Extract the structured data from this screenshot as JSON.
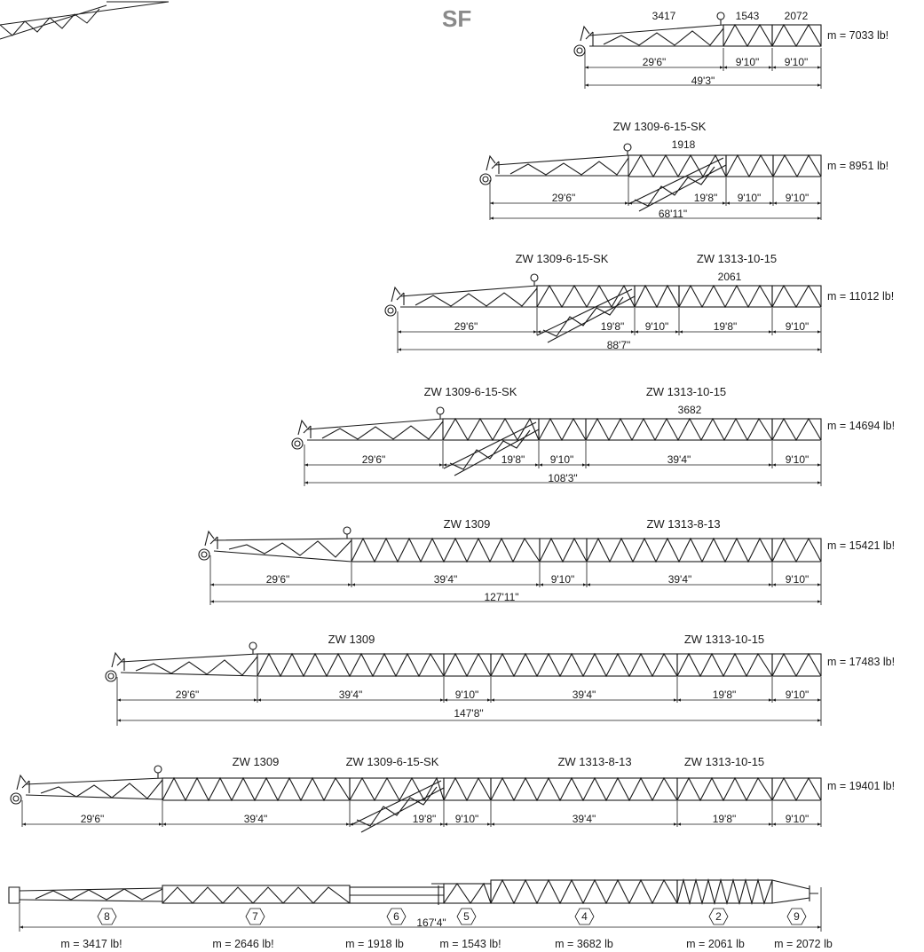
{
  "title": "SF",
  "colors": {
    "ink": "#1a1a1a",
    "title": "#8a8a8a",
    "background": "#ffffff"
  },
  "configs": [
    {
      "length": "49'3\"",
      "mass": "m = 7033 lb!",
      "codes": [
        "3417",
        "1543",
        "2072"
      ],
      "labels": [],
      "dims": [
        "29'6\"",
        "9'10\"",
        "9'10\""
      ]
    },
    {
      "length": "68'11\"",
      "mass": "m = 8951 lb!",
      "codes": [
        "1918"
      ],
      "labels": [
        "ZW 1309-6-15-SK"
      ],
      "dims": [
        "29'6\"",
        "19'8\"",
        "9'10\"",
        "9'10\""
      ]
    },
    {
      "length": "88'7\"",
      "mass": "m = 11012 lb!",
      "codes": [
        "2061"
      ],
      "labels": [
        "ZW 1309-6-15-SK",
        "ZW 1313-10-15"
      ],
      "dims": [
        "29'6\"",
        "19'8\"",
        "9'10\"",
        "19'8\"",
        "9'10\""
      ]
    },
    {
      "length": "108'3\"",
      "mass": "m = 14694 lb!",
      "codes": [
        "3682"
      ],
      "labels": [
        "ZW 1309-6-15-SK",
        "ZW 1313-10-15"
      ],
      "dims": [
        "29'6\"",
        "19'8\"",
        "9'10\"",
        "39'4\"",
        "9'10\""
      ]
    },
    {
      "length": "127'11\"",
      "mass": "m = 15421 lb!",
      "codes": [],
      "labels": [
        "ZW 1309",
        "ZW 1313-8-13"
      ],
      "dims": [
        "29'6\"",
        "39'4\"",
        "9'10\"",
        "39'4\"",
        "9'10\""
      ]
    },
    {
      "length": "147'8\"",
      "mass": "m = 17483 lb!",
      "codes": [],
      "labels": [
        "ZW 1309",
        "ZW 1313-10-15"
      ],
      "dims": [
        "29'6\"",
        "39'4\"",
        "9'10\"",
        "39'4\"",
        "19'8\"",
        "9'10\""
      ]
    },
    {
      "length": "167'4\"",
      "mass": "m = 19401 lb!",
      "codes": [],
      "labels": [
        "ZW 1309",
        "ZW 1309-6-15-SK",
        "ZW 1313-8-13",
        "ZW 1313-10-15"
      ],
      "dims": [
        "29'6\"",
        "39'4\"",
        "19'8\"",
        "9'10\"",
        "39'4\"",
        "19'8\"",
        "9'10\""
      ]
    }
  ],
  "transport": {
    "markers": [
      "8",
      "7",
      "6",
      "5",
      "4",
      "2",
      "9"
    ],
    "masses": [
      "m = 3417 lb!",
      "m = 2646 lb!",
      "m = 1918 lb",
      "m = 1543 lb!",
      "m = 3682 lb",
      "m = 2061 lb",
      "m = 2072 lb"
    ]
  }
}
